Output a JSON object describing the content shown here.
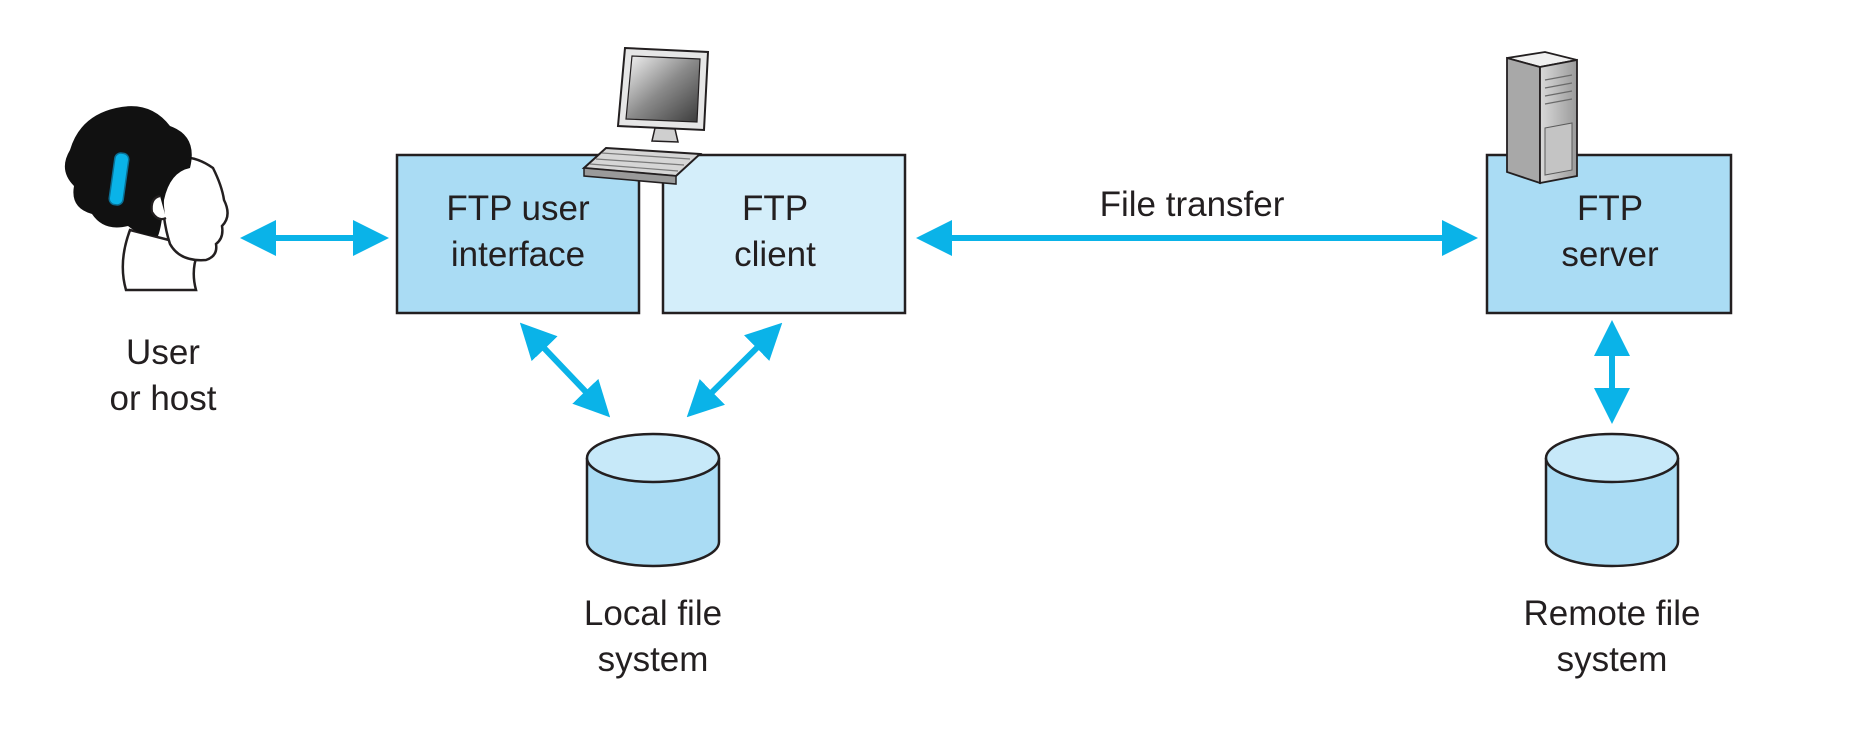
{
  "nodes": {
    "user": {
      "label_lines": [
        "User",
        "or host"
      ]
    },
    "ftp_user_interface": {
      "label_lines": [
        "FTP user",
        "interface"
      ]
    },
    "ftp_client": {
      "label_lines": [
        "FTP",
        "client"
      ]
    },
    "ftp_server": {
      "label_lines": [
        "FTP",
        "server"
      ]
    },
    "local_fs": {
      "label_lines": [
        "Local file",
        "system"
      ]
    },
    "remote_fs": {
      "label_lines": [
        "Remote file",
        "system"
      ]
    }
  },
  "edges": {
    "file_transfer": {
      "label": "File transfer"
    }
  },
  "colors": {
    "arrow": "#0ab3e8",
    "box_dark": "#aadcf4",
    "box_light": "#d4eefa",
    "cylinder_body": "#aadcf4",
    "cylinder_top": "#c7e9f9",
    "outline": "#231f20"
  },
  "icons": [
    "person-icon",
    "computer-monitor-icon",
    "keyboard-icon",
    "server-tower-icon"
  ]
}
